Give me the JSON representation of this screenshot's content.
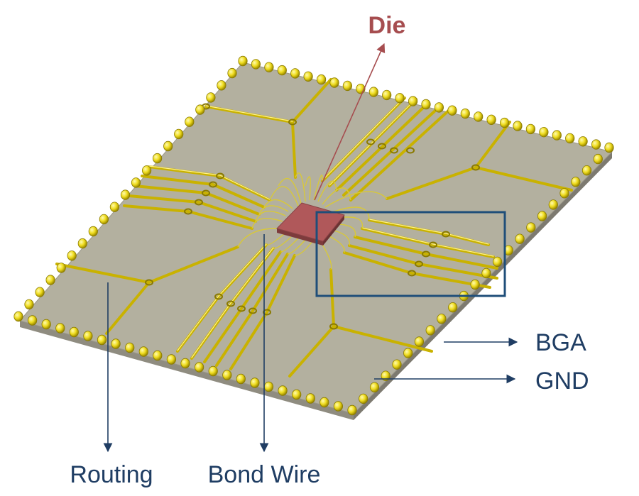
{
  "labels": {
    "die": "Die",
    "bga": "BGA",
    "gnd": "GND",
    "routing": "Routing",
    "bond_wire": "Bond Wire"
  },
  "colors": {
    "background": "#ffffff",
    "substrate_top": "#b3b09f",
    "substrate_side": "#8f8c80",
    "trace": "#c9b200",
    "trace_edge": "#7a6c00",
    "ball": "#f0e020",
    "ball_edge": "#8a7a00",
    "die": "#b0585a",
    "die_label": "#a64d4f",
    "annotation": "#1f3d63",
    "highlight_box": "#1f4e79"
  }
}
